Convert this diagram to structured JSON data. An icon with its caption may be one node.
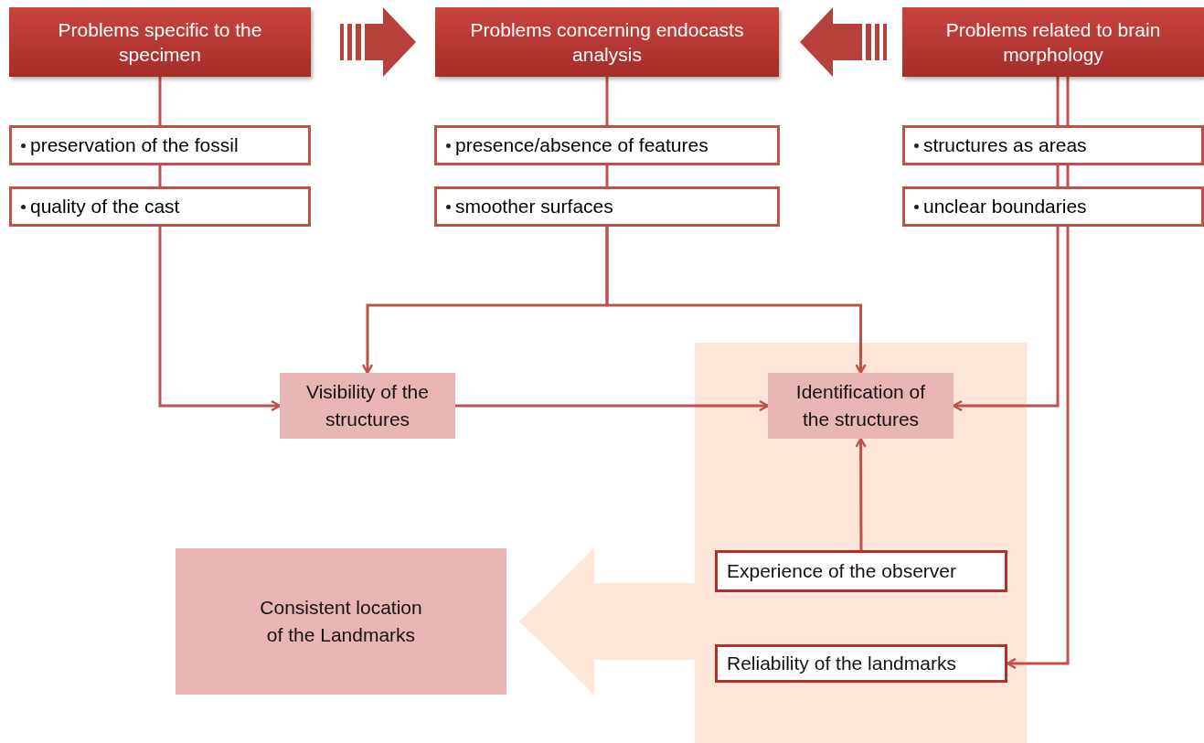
{
  "diagram": {
    "nodes": [
      {
        "text": [
          "Problems specific to the specimen"
        ]
      },
      {
        "text": [
          "Problems concerning endocasts analysis"
        ]
      },
      {
        "text": [
          "Problems related to brain morphology"
        ]
      },
      {
        "text": [
          "preservation of the fossil"
        ]
      },
      {
        "text": [
          "quality of the cast"
        ]
      },
      {
        "text": [
          "presence/absence of features"
        ]
      },
      {
        "text": [
          "smoother surfaces"
        ]
      },
      {
        "text": [
          "structures as areas"
        ]
      },
      {
        "text": [
          "unclear boundaries"
        ]
      },
      {
        "text": [
          "Visibility of the structures"
        ]
      },
      {
        "text": [],
        "shape": "box"
      },
      {
        "text": [
          "Identification of the structures"
        ],
        "in": 10
      },
      {
        "text": [
          "Experience of the observer"
        ],
        "in": 10
      },
      {
        "text": [
          "Reliability of the landmarks"
        ],
        "in": 10
      },
      {
        "text": [
          "Consistent location of the Landmarks"
        ]
      }
    ],
    "edges": [
      {
        "from": 0,
        "to": 1,
        "arrow": "to",
        "style": "thick"
      },
      {
        "from": 2,
        "to": 1,
        "arrow": "to",
        "style": "thick"
      },
      {
        "from": 0,
        "to": 3,
        "arrow": "none"
      },
      {
        "from": 3,
        "to": 4,
        "arrow": "none"
      },
      {
        "from": 4,
        "to": 9,
        "arrow": "to"
      },
      {
        "from": 1,
        "to": 5,
        "arrow": "none"
      },
      {
        "from": 5,
        "to": 6,
        "arrow": "none"
      },
      {
        "from": 6,
        "to": 9,
        "arrow": "to"
      },
      {
        "from": 6,
        "to": 11,
        "arrow": "to"
      },
      {
        "from": 2,
        "to": 7,
        "arrow": "none"
      },
      {
        "from": 7,
        "to": 8,
        "arrow": "none"
      },
      {
        "from": 8,
        "to": 11,
        "arrow": "to"
      },
      {
        "from": 8,
        "to": 13,
        "arrow": "to"
      },
      {
        "from": 9,
        "to": 11,
        "arrow": "to"
      },
      {
        "from": 12,
        "to": 11,
        "arrow": "to"
      },
      {
        "from": 10,
        "to": 14,
        "arrow": "to",
        "style": "thick",
        "color": "#fde6d8"
      }
    ]
  }
}
